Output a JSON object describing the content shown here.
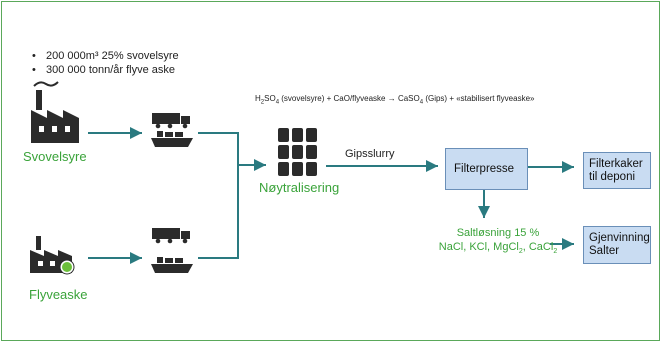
{
  "bullets": [
    "200 000m³ 25% svovelsyre",
    "300 000 tonn/år flyve aske"
  ],
  "equation": {
    "p1": "H",
    "s1": "2",
    "p2": "SO",
    "s2": "4",
    "p3": " (svovelsyre) + CaO/flyveaske  → CaSO",
    "s3": "4",
    "p4": " (Gips) + «stabilisert flyveaske»"
  },
  "sources": {
    "top_label": "Svovelsyre",
    "bottom_label": "Flyveaske"
  },
  "process": {
    "neutralization_label": "Nøytralisering",
    "gypsum_slurry_label": "Gipsslurry",
    "filter_press_label": "Filterpresse",
    "filter_cake_label": "Filterkaker til deponi",
    "salt_solution_title": "Saltløsning 15 %",
    "salt_ions_text": "NaCl, KCl, MgCl",
    "salt_ions_sub": "2",
    "salt_ions_text2": ", CaCl",
    "salt_ions_sub2": "2",
    "recovery_label": "Gjenvinning Salter"
  },
  "colors": {
    "arrow": "#2a7a80",
    "label_green": "#3aa33a",
    "box_fill": "#c9dcf2",
    "icon": "#2b2b2b"
  }
}
